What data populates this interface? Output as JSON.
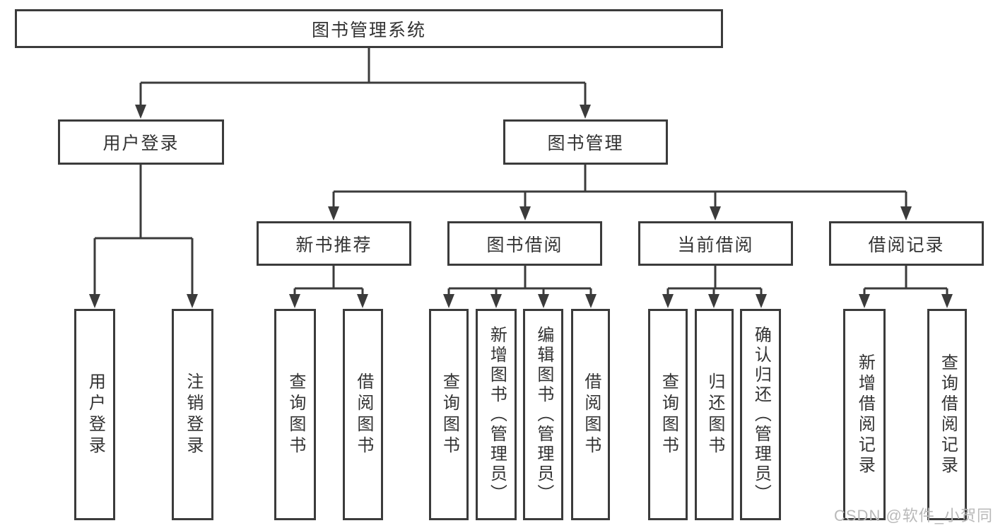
{
  "nodes": {
    "root": "图书管理系统",
    "user_login": "用户登录",
    "book_mgmt": "图书管理",
    "new_book_rec": "新书推荐",
    "book_borrow": "图书借阅",
    "current_borrow": "当前借阅",
    "borrow_records": "借阅记录",
    "leaf_user_login": "用户登录",
    "leaf_logout": "注销登录",
    "rec_query_book": "查询图书",
    "rec_borrow_book": "借阅图书",
    "bb_query_book": "查询图书",
    "bb_add_book": "新增图书（管理员）",
    "bb_edit_book": "编辑图书（管理员）",
    "bb_borrow_book": "借阅图书",
    "cb_query_book": "查询图书",
    "cb_return_book": "归还图书",
    "cb_confirm_return": "确认归还（管理员）",
    "br_add_record": "新增借阅记录",
    "br_query_record": "查询借阅记录"
  },
  "watermark": "CSDN @软件_小贺同学",
  "colors": {
    "line": "#3b3b3b",
    "text": "#333333",
    "watermark": "#b9b9b9",
    "background": "#ffffff"
  }
}
